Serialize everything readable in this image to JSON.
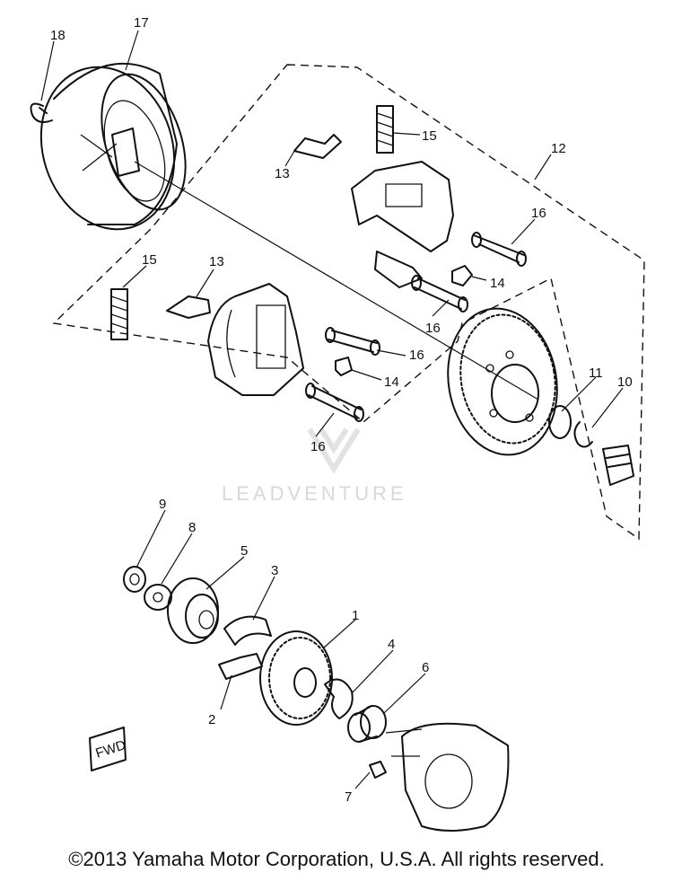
{
  "labels": {
    "l1": "1",
    "l2": "2",
    "l3": "3",
    "l4": "4",
    "l5": "5",
    "l6": "6",
    "l7": "7",
    "l8": "8",
    "l9": "9",
    "l10": "10",
    "l11": "11",
    "l12": "12",
    "l13a": "13",
    "l13b": "13",
    "l14a": "14",
    "l14b": "14",
    "l15a": "15",
    "l15b": "15",
    "l16a": "16",
    "l16b": "16",
    "l16c": "16",
    "l16d": "16",
    "l17": "17",
    "l18": "18"
  },
  "fwd_mark": "FWD",
  "watermark": "LEADVENTURE",
  "copyright": "©2013 Yamaha Motor Corporation, U.S.A. All rights reserved."
}
